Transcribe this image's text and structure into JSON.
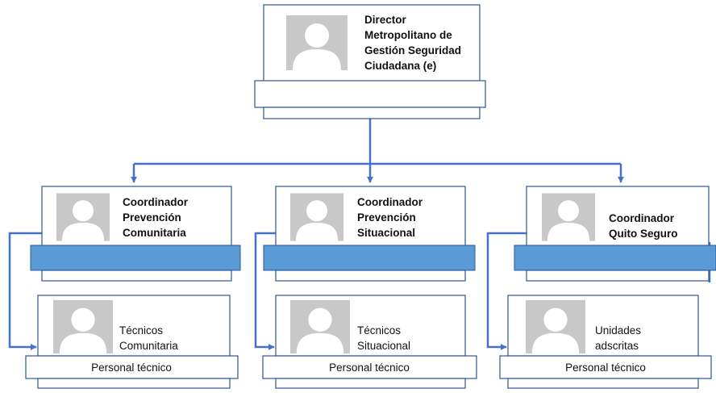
{
  "director": {
    "title_lines": [
      "Director",
      "Metropolitano de",
      "Gestión Seguridad",
      "Ciudadana (e)"
    ]
  },
  "coordinators": [
    {
      "title_lines": [
        "Coordinador",
        "Prevención",
        "Comunitaria"
      ]
    },
    {
      "title_lines": [
        "Coordinador",
        "Prevención",
        "Situacional"
      ]
    },
    {
      "title_lines": [
        "Coordinador",
        "Quito Seguro"
      ]
    }
  ],
  "staff": [
    {
      "title_lines": [
        "Técnicos",
        "Comunitaria"
      ],
      "caption": "Personal técnico"
    },
    {
      "title_lines": [
        "Técnicos",
        "Situacional"
      ],
      "caption": "Personal técnico"
    },
    {
      "title_lines": [
        "Unidades",
        "adscritas"
      ],
      "caption": "Personal técnico"
    }
  ],
  "colors": {
    "border": "#2f5597",
    "connector": "#4472c4",
    "band": "#5b9bd5",
    "photo_bg": "#c8c8c8",
    "person": "#ffffff"
  },
  "icons": [
    "person-photo-icon",
    "arrow-head-icon"
  ]
}
